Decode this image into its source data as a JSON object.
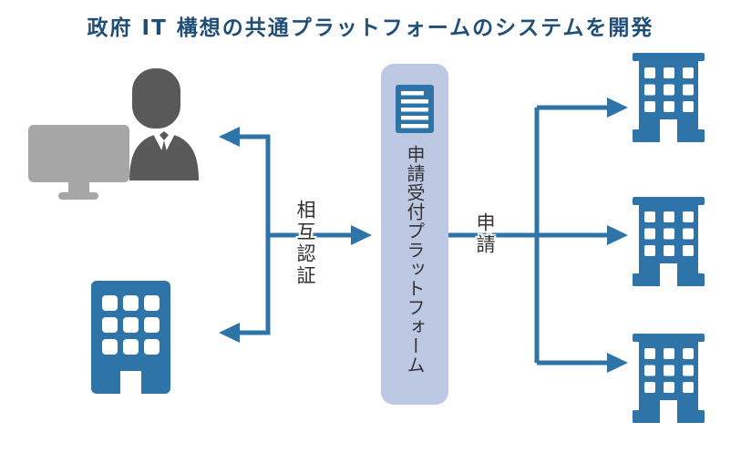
{
  "title": {
    "text": "政府 IT 構想の共通プラットフォームのシステムを開発"
  },
  "platform": {
    "label": "申請受付プラットフォーム",
    "icon": "document-icon"
  },
  "arrows": {
    "mutual_auth_label": "相互認証",
    "application_label": "申請"
  },
  "nodes": {
    "user_terminal": {
      "icons": [
        "monitor-icon",
        "person-icon"
      ]
    },
    "applicant_building": {
      "icon": "building-icon"
    },
    "agency_buildings": {
      "icon": "building-icon",
      "count": 3
    }
  },
  "colors": {
    "title_text": "#1f4e79",
    "accent_blue": "#2e74a8",
    "platform_fill": "#bdc8e3",
    "person_gray": "#595959",
    "monitor_gray": "#a6a6a6",
    "label_text": "#333333",
    "background": "#ffffff"
  }
}
